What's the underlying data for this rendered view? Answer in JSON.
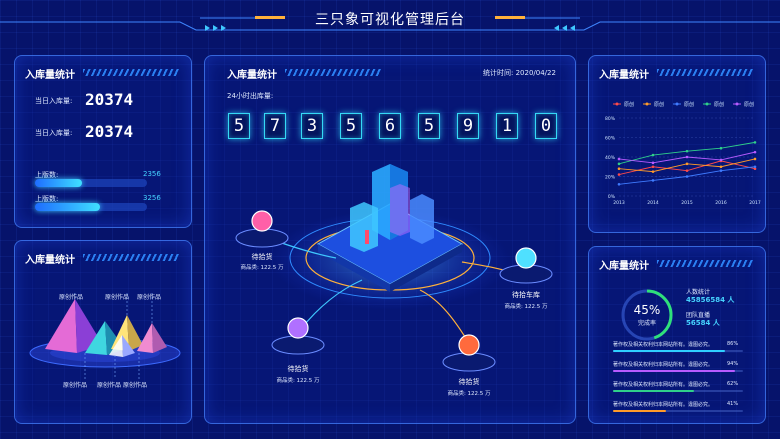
{
  "header": {
    "title": "三只象可视化管理后台"
  },
  "left_top": {
    "title": "入库量统计",
    "rows": [
      {
        "label": "当日入库量:",
        "value": "20374"
      },
      {
        "label": "当日入库量:",
        "value": "20374"
      }
    ],
    "bars": [
      {
        "label": "上版数:",
        "value": "2356",
        "level": 0.42
      },
      {
        "label": "上版数:",
        "value": "3256",
        "level": 0.58
      }
    ]
  },
  "left_bottom": {
    "title": "入库量统计",
    "labels_top": [
      "原创作品",
      "原创作品",
      "原创作品"
    ],
    "labels_bottom": [
      "原创作品",
      "原创作品",
      "原创作品"
    ]
  },
  "center": {
    "title": "入库量统计",
    "stat_time": "统计时间: 2020/04/22",
    "hours_label": "24小时出库量:",
    "digits": [
      "5",
      "7",
      "3",
      "5",
      "6",
      "5",
      "9",
      "1",
      "0"
    ],
    "nodes": [
      {
        "name": "待拾货",
        "sub": "商品类: 122.5 万",
        "color": "#ff5fa8"
      },
      {
        "name": "待拾车库",
        "sub": "商品类: 122.5 万",
        "color": "#4fe0ff"
      },
      {
        "name": "待拾货",
        "sub": "商品类: 122.5 万",
        "color": "#b070ff"
      },
      {
        "name": "待拾货",
        "sub": "商品类: 122.5 万",
        "color": "#ff6a3d"
      }
    ]
  },
  "right_top": {
    "title": "入库量统计",
    "chart_data": {
      "type": "line",
      "x": [
        "2013",
        "2014",
        "2015",
        "2016",
        "2017"
      ],
      "ylim": [
        0,
        80
      ],
      "yticks": [
        "0%",
        "20%",
        "40%",
        "60%",
        "80%"
      ],
      "series": [
        {
          "name": "原创",
          "color": "#ff4a4a",
          "values": [
            22,
            30,
            26,
            36,
            28
          ]
        },
        {
          "name": "原创",
          "color": "#ff9a2a",
          "values": [
            28,
            25,
            33,
            30,
            38
          ]
        },
        {
          "name": "原创",
          "color": "#3f7bff",
          "values": [
            12,
            16,
            20,
            26,
            30
          ]
        },
        {
          "name": "原创",
          "color": "#2fd08a",
          "values": [
            33,
            42,
            46,
            49,
            55
          ]
        },
        {
          "name": "原创",
          "color": "#b75bff",
          "values": [
            38,
            34,
            40,
            37,
            45
          ]
        }
      ]
    }
  },
  "right_bottom": {
    "title": "入库量统计",
    "donut": {
      "percent_text": "45%",
      "label": "完成率",
      "level": 0.45
    },
    "people_label": "人数统计",
    "people_value": "45856584 人",
    "team_label": "团队直播",
    "team_value": "56584 人",
    "rows": [
      {
        "text": "著作权及相关权利归本网站所有。違图必究。",
        "pct": "86%",
        "level": 0.86,
        "color": "#2fd0ff"
      },
      {
        "text": "著作权及相关权利归本网站所有。違图必究。",
        "pct": "94%",
        "level": 0.94,
        "color": "#b75bff"
      },
      {
        "text": "著作权及相关权利归本网站所有。違图必究。",
        "pct": "62%",
        "level": 0.62,
        "color": "#2fd08a"
      },
      {
        "text": "著作权及相关权利归本网站所有。違图必究。",
        "pct": "41%",
        "level": 0.41,
        "color": "#ff9a2a"
      }
    ]
  }
}
